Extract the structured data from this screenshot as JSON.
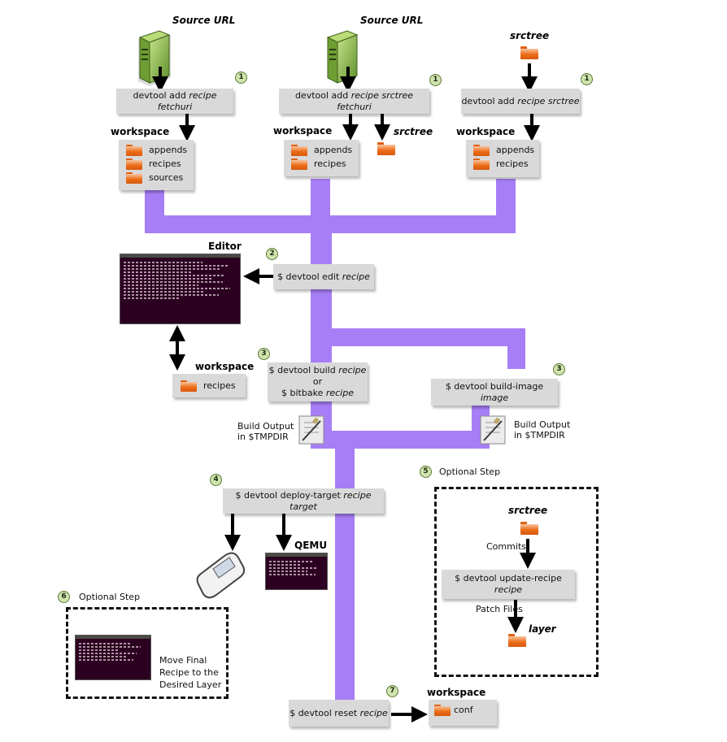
{
  "sources": {
    "source_url_1": "Source URL",
    "source_url_2": "Source URL",
    "srctree_top": "srctree",
    "srctree_side": "srctree"
  },
  "add_commands": {
    "fetchuri_prefix": "devtool add ",
    "fetchuri_args": "recipe fetchuri",
    "srctree_fetchuri_prefix": "devtool add ",
    "srctree_fetchuri_args": "recipe srctree fetchuri",
    "srctree_prefix": "devtool add ",
    "srctree_args": "recipe srctree"
  },
  "workspaces": {
    "label": "workspace",
    "ws1_items": [
      "appends",
      "recipes",
      "sources"
    ],
    "ws2_items": [
      "appends",
      "recipes"
    ],
    "ws3_items": [
      "appends",
      "recipes"
    ],
    "ws_edit_item": "recipes",
    "ws_final_item": "conf"
  },
  "editor": {
    "label": "Editor"
  },
  "commands": {
    "edit_prefix": "$ devtool edit ",
    "edit_arg": "recipe",
    "build_prefix": "$ devtool build ",
    "build_arg": "recipe",
    "build_or": "or",
    "bitbake_prefix": "$ bitbake ",
    "bitbake_arg": "recipe",
    "build_image_prefix": "$ devtool build-image ",
    "build_image_arg": "image",
    "deploy_prefix": "$ devtool deploy-target ",
    "deploy_arg": "recipe target",
    "update_prefix": "$ devtool update-recipe ",
    "update_arg": "recipe",
    "reset_prefix": "$ devtool reset ",
    "reset_arg": "recipe"
  },
  "build_output": {
    "line1": "Build Output",
    "line2": "in $TMPDIR"
  },
  "optional_step": "Optional Step",
  "qemu": "QEMU",
  "commits": "Commits",
  "patch_files": "Patch Files",
  "layer": "layer",
  "move_final": {
    "line1": "Move Final",
    "line2": "Recipe to the",
    "line3": "Desired Layer"
  },
  "steps": [
    "1",
    "1",
    "1",
    "2",
    "3",
    "3",
    "4",
    "5",
    "6",
    "7"
  ],
  "colors": {
    "pipe": "#a77ef6",
    "box": "#d9d9d9",
    "step_badge": "#cfe3ae",
    "folder": "#ec6b16",
    "server": "#8cc34a",
    "terminal": "#2c0020"
  }
}
